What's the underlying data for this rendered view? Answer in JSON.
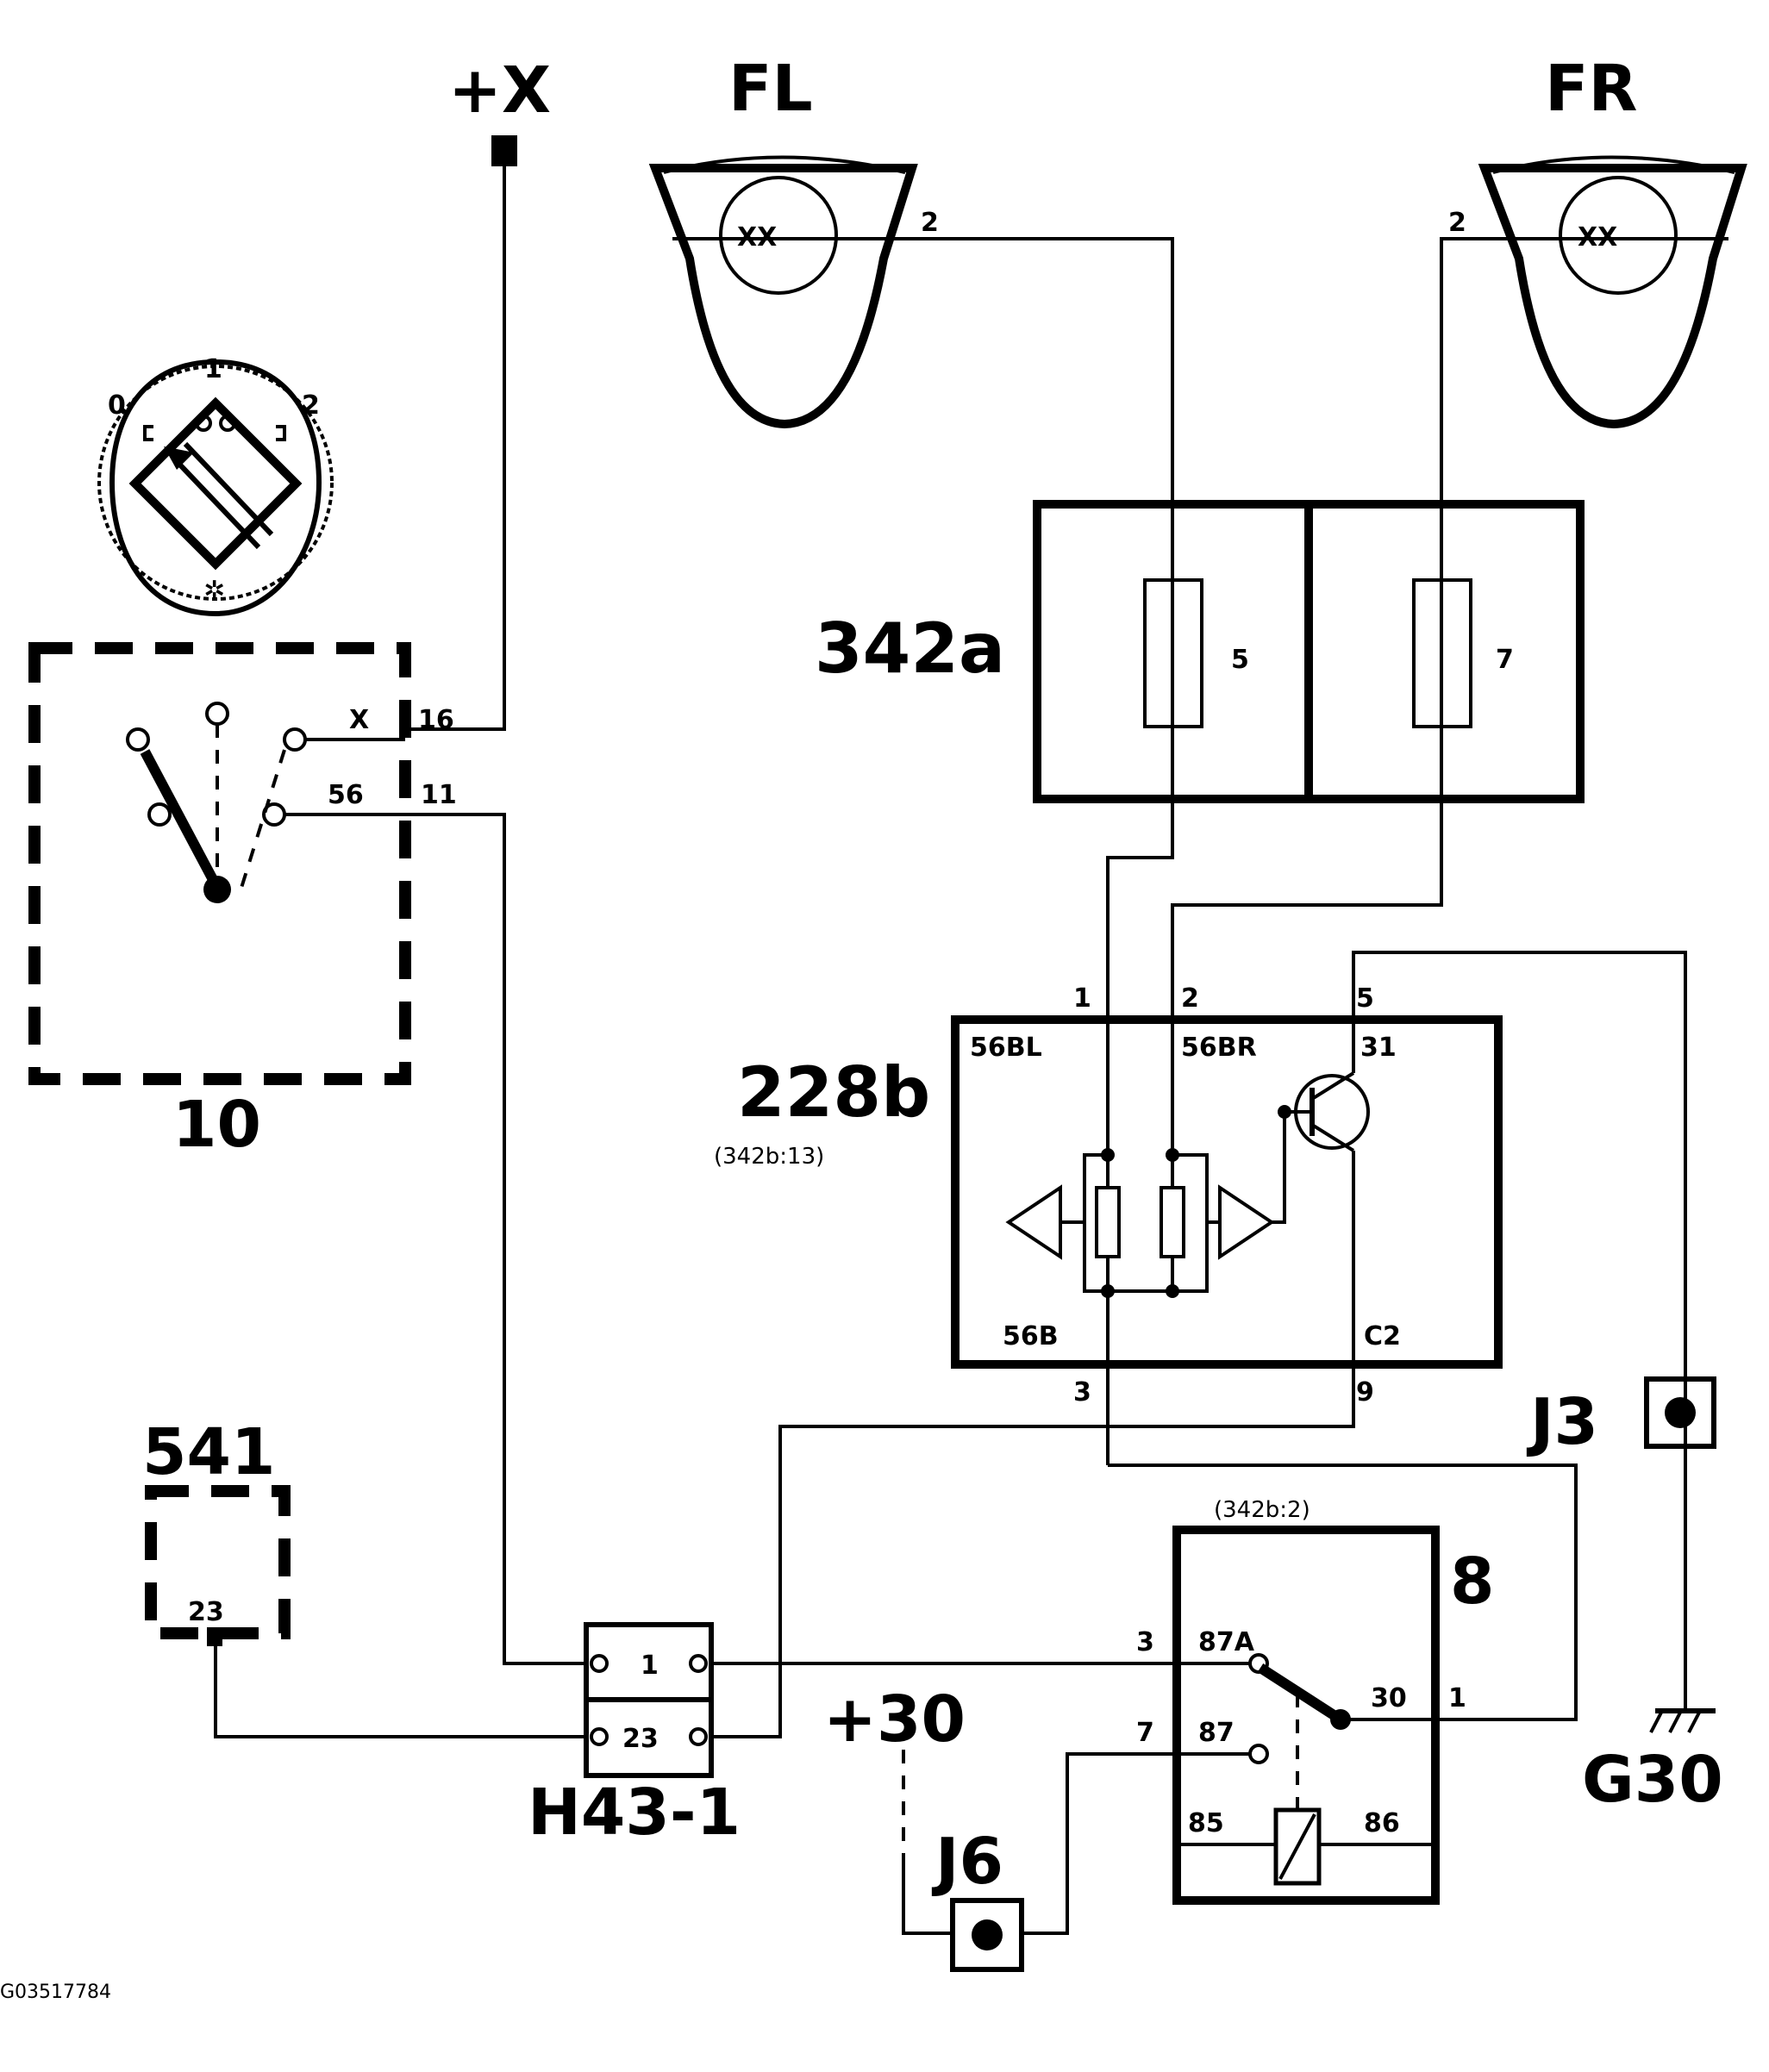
{
  "labels": {
    "supply_x": "+X",
    "lamp_left": "FL",
    "lamp_right": "FR",
    "lamp_bulb": "XX",
    "fuse_box": "342a",
    "fuse_left_no": "5",
    "fuse_right_no": "7",
    "module": "228b",
    "module_ref": "(342b:13)",
    "switch": "10",
    "component_541": "541",
    "pin_541": "23",
    "connector": "H43-1",
    "connector_pin1": "1",
    "connector_pin23": "23",
    "relay": "8",
    "relay_ref": "(342b:2)",
    "supply_30": "+30",
    "junction_j3": "J3",
    "junction_j6": "J6",
    "ground": "G30",
    "image_id": "G03517784"
  },
  "switch": {
    "positions": [
      "0",
      "1",
      "2"
    ],
    "term_x": "X",
    "term_x_pin": "16",
    "term_56": "56",
    "term_56_pin": "11"
  },
  "module_pins": {
    "p1": "1",
    "t1": "56BL",
    "p2": "2",
    "t2": "56BR",
    "p5": "5",
    "t5": "31",
    "p3": "3",
    "t3": "56B",
    "p9": "9",
    "t9": "C2"
  },
  "lamp_pins": {
    "fl": "2",
    "fr": "2"
  },
  "relay_pins": {
    "p3": "3",
    "t87a": "87A",
    "p7": "7",
    "t87": "87",
    "p1": "1",
    "t30": "30",
    "t85": "85",
    "t86": "86"
  }
}
